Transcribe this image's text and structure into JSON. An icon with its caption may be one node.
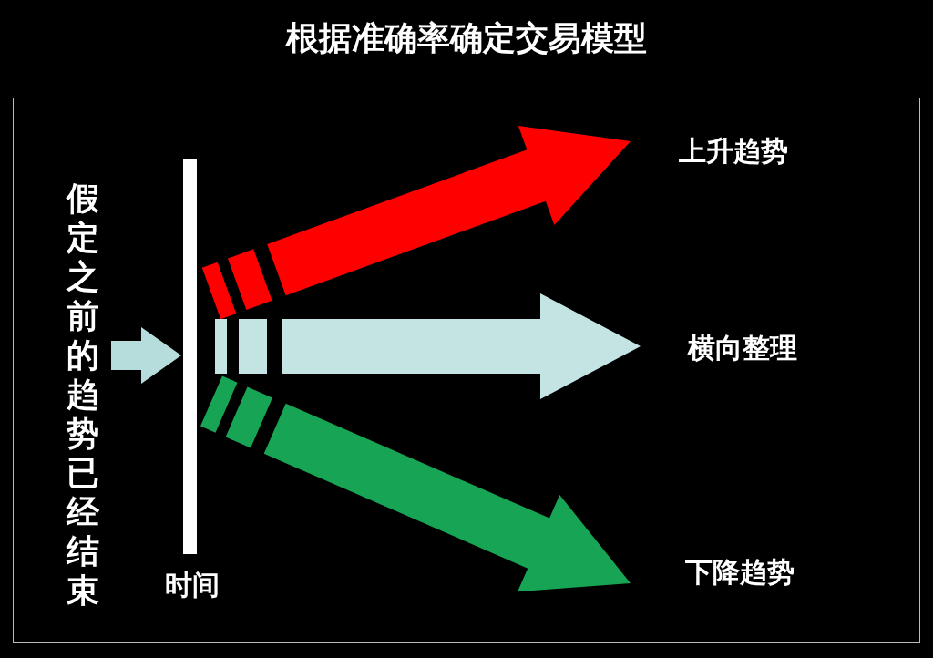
{
  "diagram": {
    "title": "根据准确率确定交易模型",
    "nodes": [
      {
        "text": [
          "假定之前的趋势已经结束"
        ]
      },
      {
        "text": [],
        "shape": "bar",
        "beside": [
          "时间"
        ]
      },
      {
        "text": [
          "上升趋势"
        ]
      },
      {
        "text": [
          "横向整理"
        ]
      },
      {
        "text": [
          "下降趋势"
        ]
      }
    ],
    "edges": [
      {
        "from": 0,
        "to": 1,
        "arrow": "to",
        "color": "#b7dcdc"
      },
      {
        "from": 1,
        "to": 2,
        "arrow": "to",
        "style": "thick",
        "color": "#ff0000"
      },
      {
        "from": 1,
        "to": 3,
        "arrow": "to",
        "style": "thick",
        "color": "#c4e4e4"
      },
      {
        "from": 1,
        "to": 4,
        "arrow": "to",
        "style": "thick",
        "color": "#17a455"
      }
    ]
  }
}
